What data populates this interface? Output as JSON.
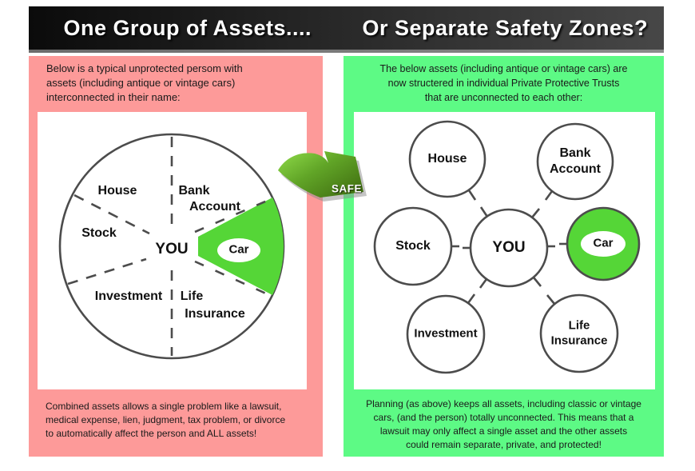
{
  "header": {
    "left_title": "One Group of Assets....",
    "right_title": "Or Separate Safety Zones?"
  },
  "left_panel": {
    "intro": "Below is a typical unprotected persom with\nassets (including antique or vintage cars)\ninterconnected in their name:",
    "footer": "Combined assets allows a single problem like a lawsuit,\nmedical expense, lien, judgment, tax problem, or divorce\nto automatically affect the person and ALL assets!",
    "labels": {
      "house": "House",
      "bank": "Bank",
      "account": "Account",
      "stock": "Stock",
      "you": "YOU",
      "car": "Car",
      "investment": "Investment",
      "life": "Life",
      "insurance": "Insurance"
    }
  },
  "right_panel": {
    "intro": "The below assets (including antique or vintage cars) are\nnow structered in individual Private Protective Trusts\nthat are unconnected to each other:",
    "footer": "Planning (as above) keeps all assets, including classic or vintage\ncars, (and the person) totally unconnected.  This means that a\nlawsuit may only affect a single asset and the other assets\ncould remain separate, private, and protected!",
    "labels": {
      "house": "House",
      "bank_account": "Bank\nAccount",
      "stock": "Stock",
      "you": "YOU",
      "car": "Car",
      "investment": "Investment",
      "life_insurance": "Life\nInsurance"
    }
  },
  "arrow": {
    "label": "SAFE"
  },
  "colors": {
    "pink": "#fd9a99",
    "green": "#5dfa85",
    "asset-green": "#55d637",
    "circle-stroke": "#4c4c4c"
  }
}
